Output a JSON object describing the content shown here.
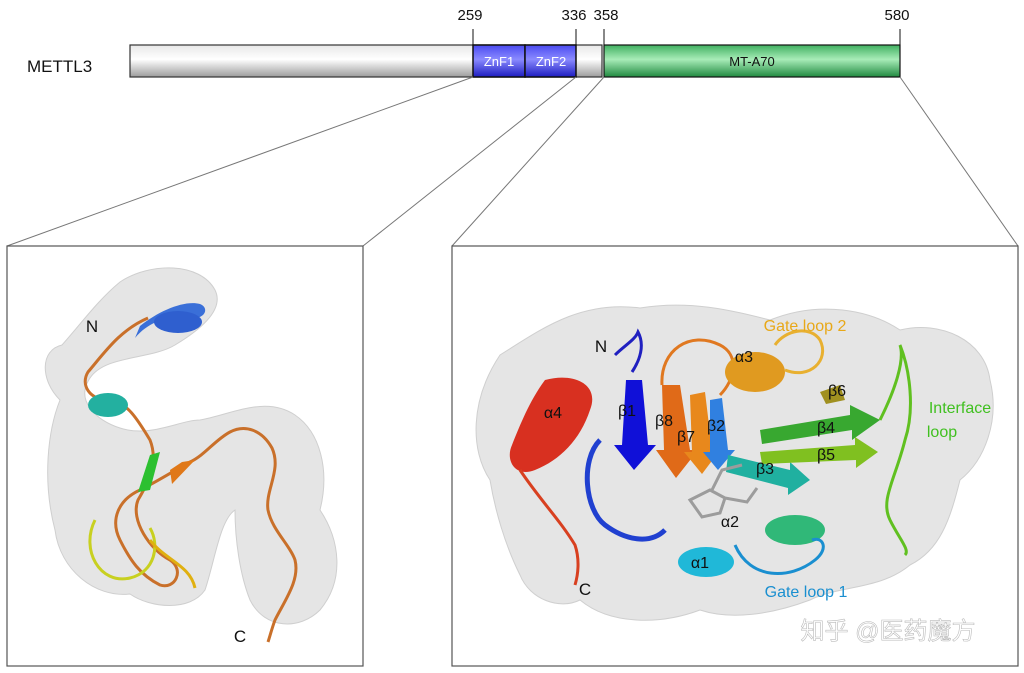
{
  "protein": {
    "name": "METTL3",
    "positions": [
      "259",
      "336",
      "358",
      "580"
    ],
    "domains": {
      "znf1": "ZnF1",
      "znf2": "ZnF2",
      "mta70": "MT-A70"
    }
  },
  "left_panel": {
    "n_label": "N",
    "c_label": "C"
  },
  "right_panel": {
    "n_label": "N",
    "c_label": "C",
    "sse": {
      "a1": "α1",
      "a2": "α2",
      "a3": "α3",
      "a4": "α4",
      "b1": "β1",
      "b2": "β2",
      "b3": "β3",
      "b4": "β4",
      "b5": "β5",
      "b6": "β6",
      "b7": "β7",
      "b8": "β8"
    },
    "gate_loop_2": "Gate loop 2",
    "gate_loop_1": "Gate loop 1",
    "interface_loop_line1": "Interface",
    "interface_loop_line2": "loop"
  },
  "watermark": "知乎 @医药魔方",
  "colors": {
    "znf": "#3030e0",
    "mta70": "#2fa060",
    "gate_loop_2": "#e8a818",
    "gate_loop_1": "#1a8fd0",
    "interface_loop": "#40c020",
    "label_dark": "#111111"
  }
}
